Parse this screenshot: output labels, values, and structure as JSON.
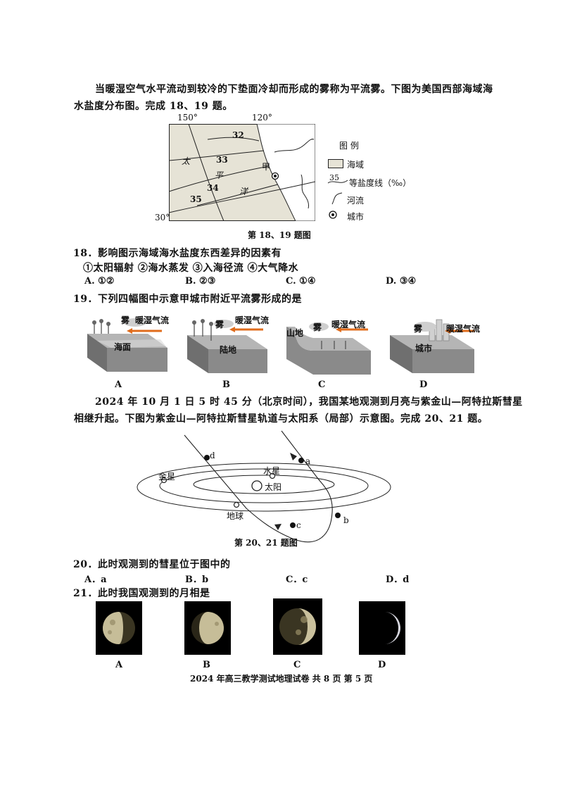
{
  "intro18": {
    "line1": "当暖湿空气水平流动到较冷的下垫面冷却而形成的雾称为平流雾。下图为美国西部海域海",
    "line2": "水盐度分布图。完成 18、19 题。"
  },
  "map": {
    "lon1": "150°",
    "lon2": "120°",
    "lat": "30°",
    "iso32": "32",
    "iso33": "33",
    "iso34": "34",
    "iso35": "35",
    "tai": "太",
    "ping": "平",
    "yang": "洋",
    "city": "甲",
    "caption": "第 18、19 题图",
    "legend": {
      "title": "图  例",
      "sea": "海域",
      "iso_value": "35",
      "isoline": "等盐度线（‰）",
      "river": "河流",
      "city": "城市"
    }
  },
  "q18": {
    "stem": "18．影响图示海域海水盐度东西差异的因素有",
    "factors": "①太阳辐射    ②海水蒸发    ③入海径流    ④大气降水",
    "options": [
      "A. ①②",
      "B. ②③",
      "C. ①④",
      "D. ③④"
    ]
  },
  "q19": {
    "stem": "19．下列四幅图中示意甲城市附近平流雾形成的是",
    "panels": [
      {
        "letter": "A",
        "fog": "雾",
        "air": "暖湿气流",
        "surface": "海面"
      },
      {
        "letter": "B",
        "fog": "雾",
        "air": "暖湿气流",
        "surface": "陆地"
      },
      {
        "letter": "C",
        "fog": "雾",
        "air": "暖湿气流",
        "surface": "山地"
      },
      {
        "letter": "D",
        "fog": "雾",
        "air": "暖湿气流",
        "surface": "城市"
      }
    ]
  },
  "intro20": {
    "line1": "2024 年 10 月 1 日 5 时 45 分（北京时间），我国某地观测到月亮与紫金山—阿特拉斯彗星",
    "line2": "相继升起。下图为紫金山—阿特拉斯彗星轨道与太阳系（局部）示意图。完成 20、21 题。"
  },
  "orbit": {
    "venus": "金星",
    "mercury": "水星",
    "sun": "太阳",
    "earth": "地球",
    "a": "a",
    "b": "b",
    "c": "c",
    "d": "d",
    "caption": "第 20、21 题图"
  },
  "q20": {
    "stem": "20．此时观测到的彗星位于图中的",
    "options": [
      "A．a",
      "B．b",
      "C．c",
      "D．d"
    ]
  },
  "q21": {
    "stem": "21．此时我国观测到的月相是",
    "labels": [
      "A",
      "B",
      "C",
      "D"
    ]
  },
  "footer": "2024 年高三教学测试地理试卷  共 8 页  第 5 页",
  "colors": {
    "sea": "#e6e3d6",
    "arrow": "#e06c1c",
    "block_top": "#b5b5b5",
    "block_front": "#8a8a8a"
  }
}
